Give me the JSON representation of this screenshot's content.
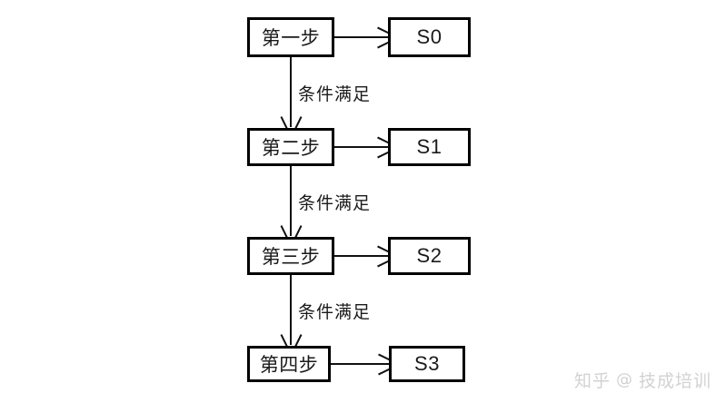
{
  "diagram": {
    "title": "sequential-step-state-flowchart",
    "background_color": "#ffffff",
    "line_color": "#111111",
    "box_border_color": "#000000",
    "text_color": "#1a1a1a",
    "rows": [
      {
        "step_label": "第一步",
        "state_label": "S0",
        "transition_label": "条件满足"
      },
      {
        "step_label": "第二步",
        "state_label": "S1",
        "transition_label": "条件满足"
      },
      {
        "step_label": "第三步",
        "state_label": "S2",
        "transition_label": "条件满足"
      },
      {
        "step_label": "第四步",
        "state_label": "S3",
        "transition_label": ""
      }
    ]
  },
  "watermark": {
    "site": "知乎",
    "at": "@",
    "author": "技成培训",
    "color": "#d2d2d2"
  }
}
